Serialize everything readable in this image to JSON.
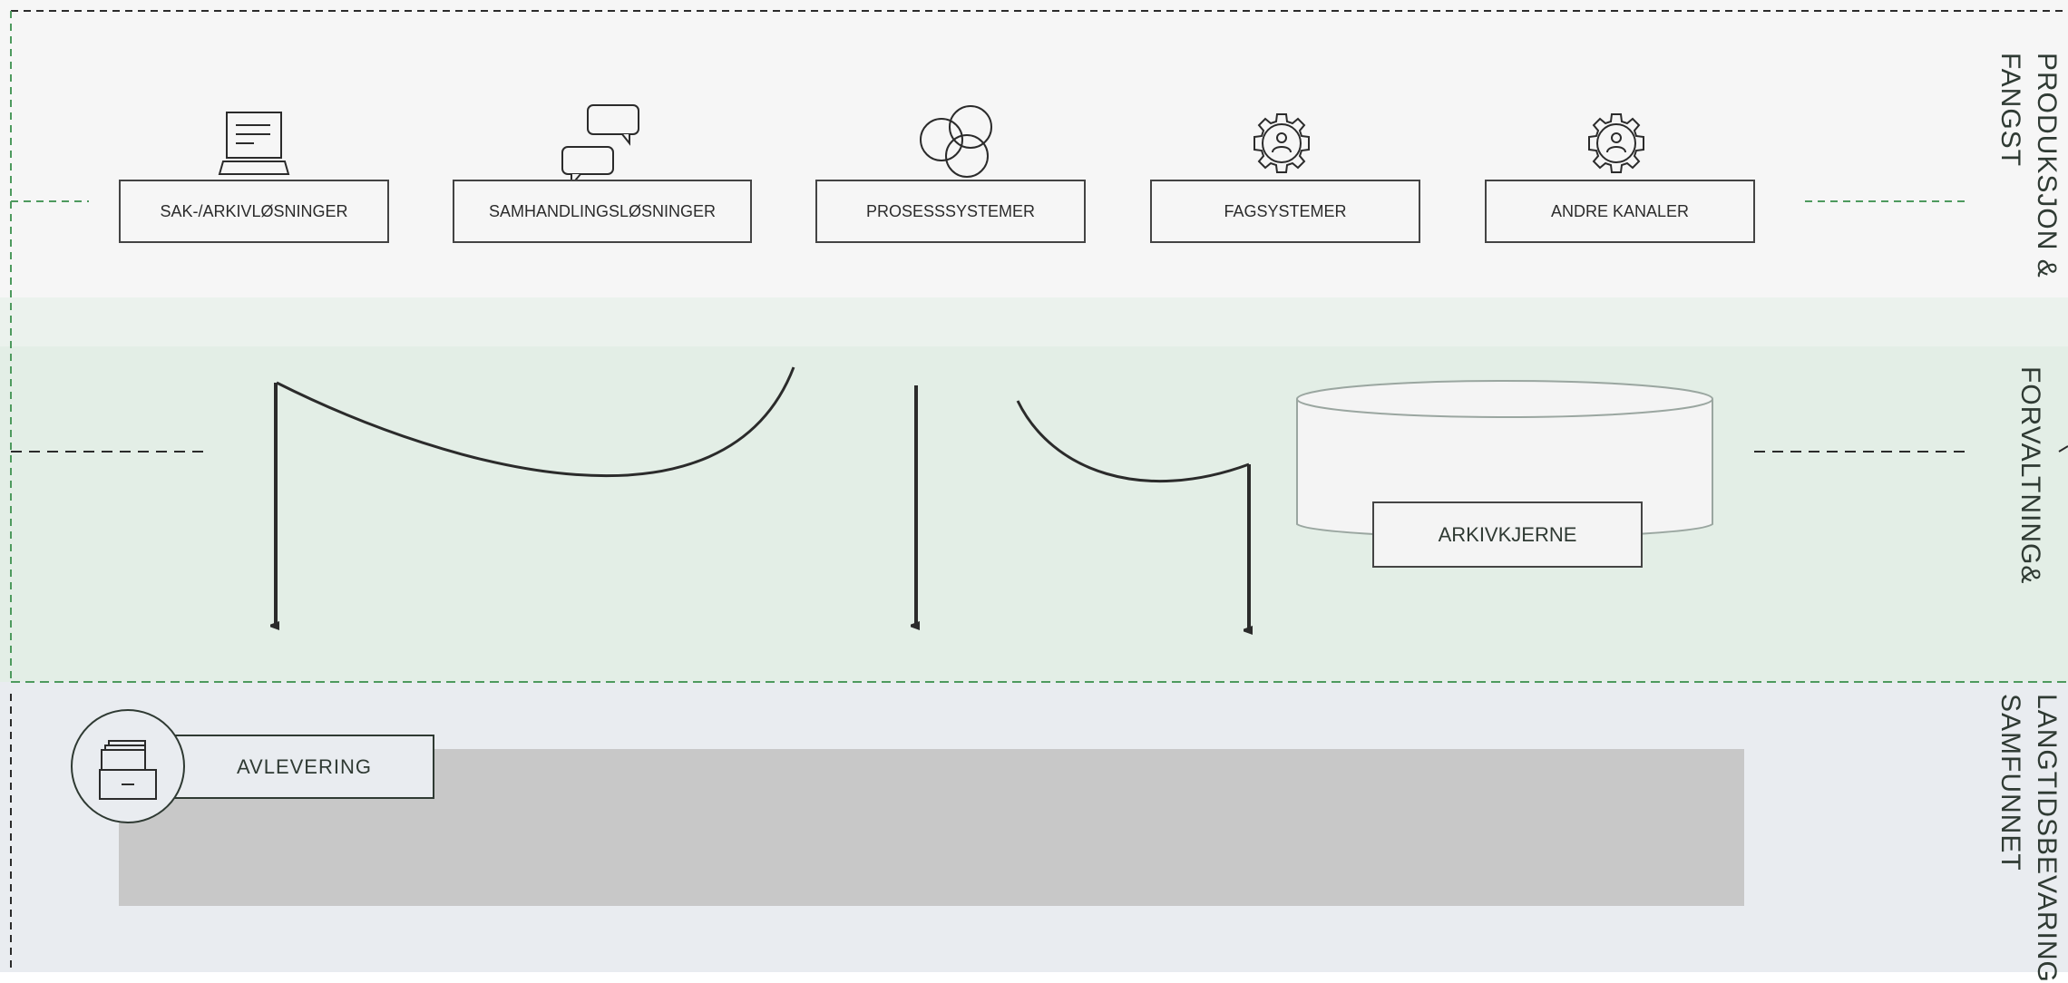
{
  "layers": {
    "top": "PRODUKSJON &\nFANGST",
    "middle": "FORVALTNING&",
    "bottom": "LANGTIDSBEVARING\nSAMFUNNET"
  },
  "systems": [
    {
      "label": "SAK-/ARKIVLØSNINGER",
      "icon": "laptop-icon"
    },
    {
      "label": "SAMHANDLINGSLØSNINGER",
      "icon": "chat-bubbles-icon"
    },
    {
      "label": "PROSESSSYSTEMER",
      "icon": "circles-icon"
    },
    {
      "label": "FAGSYSTEMER",
      "icon": "gear-user-icon"
    },
    {
      "label": "ANDRE KANALER",
      "icon": "gear-user-icon"
    }
  ],
  "archive_core": {
    "label": "ARKIVKJERNE",
    "icon": "database-cylinder"
  },
  "delivery": {
    "label": "AVLEVERING",
    "icon": "archive-drawer-icon"
  },
  "colors": {
    "top_band": "#f6f6f6",
    "middle_band": "#e3eee6",
    "bottom_band": "#e9ecf0",
    "green_dash": "#4e9a5e",
    "dark_line": "#2b2b2b"
  }
}
